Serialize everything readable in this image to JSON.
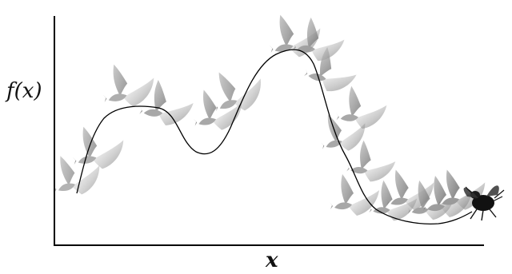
{
  "labels": {
    "ylabel": "f(x)",
    "xlabel": "x"
  },
  "colors": {
    "axis": "#000000",
    "curve": "#000000",
    "bat": "#8c8c8c",
    "bat_dark": "#4a4a4a",
    "fly": "#111111"
  },
  "icons": {
    "flyer": "bat-icon",
    "target": "fly-icon"
  },
  "description_bat_count": 18
}
